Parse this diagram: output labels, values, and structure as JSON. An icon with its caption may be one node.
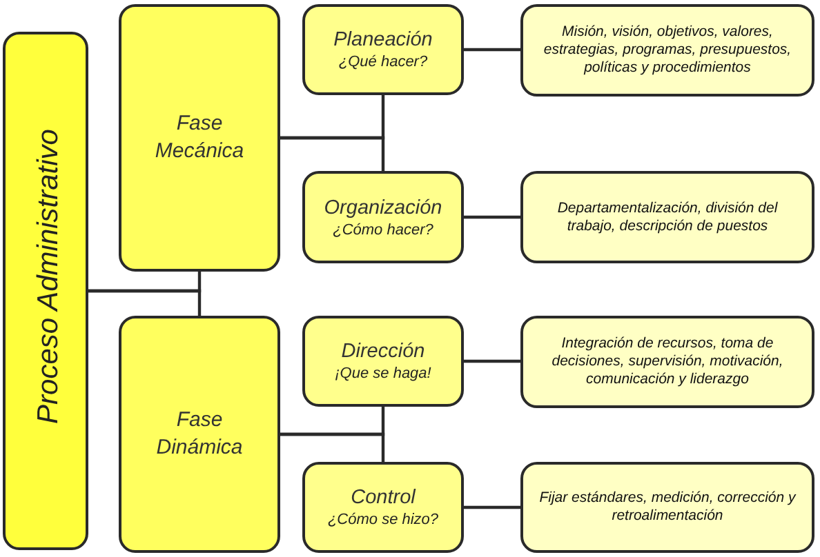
{
  "diagram": {
    "nodes": [
      {
        "text": [
          "Proceso Administrativo"
        ]
      },
      {
        "text": [
          "Fase Mecánica"
        ]
      },
      {
        "text": [
          "Planeación",
          "¿Qué hacer?"
        ]
      },
      {
        "text": [
          "Misión, visión, objetivos, valores, estrategias, programas, presupuestos, políticas y procedimientos"
        ]
      },
      {
        "text": [
          "Organización",
          "¿Cómo hacer?"
        ]
      },
      {
        "text": [
          "Departamentalización, división del trabajo, descripción de puestos"
        ]
      },
      {
        "text": [
          "Fase Dinámica"
        ]
      },
      {
        "text": [
          "Dirección",
          "¡Que se haga!"
        ]
      },
      {
        "text": [
          "Integración de recursos, toma de decisiones, supervisión, motivación, comunicación y liderazgo"
        ]
      },
      {
        "text": [
          "Control",
          "¿Cómo se hizo?"
        ]
      },
      {
        "text": [
          "Fijar estándares, medición, corrección y retroalimentación"
        ]
      }
    ],
    "edges": [
      {
        "from": 0,
        "to": 1,
        "arrow": "none"
      },
      {
        "from": 0,
        "to": 6,
        "arrow": "none"
      },
      {
        "from": 1,
        "to": 2,
        "arrow": "none"
      },
      {
        "from": 1,
        "to": 4,
        "arrow": "none"
      },
      {
        "from": 6,
        "to": 7,
        "arrow": "none"
      },
      {
        "from": 6,
        "to": 9,
        "arrow": "none"
      },
      {
        "from": 2,
        "to": 3,
        "arrow": "none"
      },
      {
        "from": 4,
        "to": 5,
        "arrow": "none"
      },
      {
        "from": 7,
        "to": 8,
        "arrow": "none"
      },
      {
        "from": 9,
        "to": 10,
        "arrow": "none"
      }
    ]
  }
}
